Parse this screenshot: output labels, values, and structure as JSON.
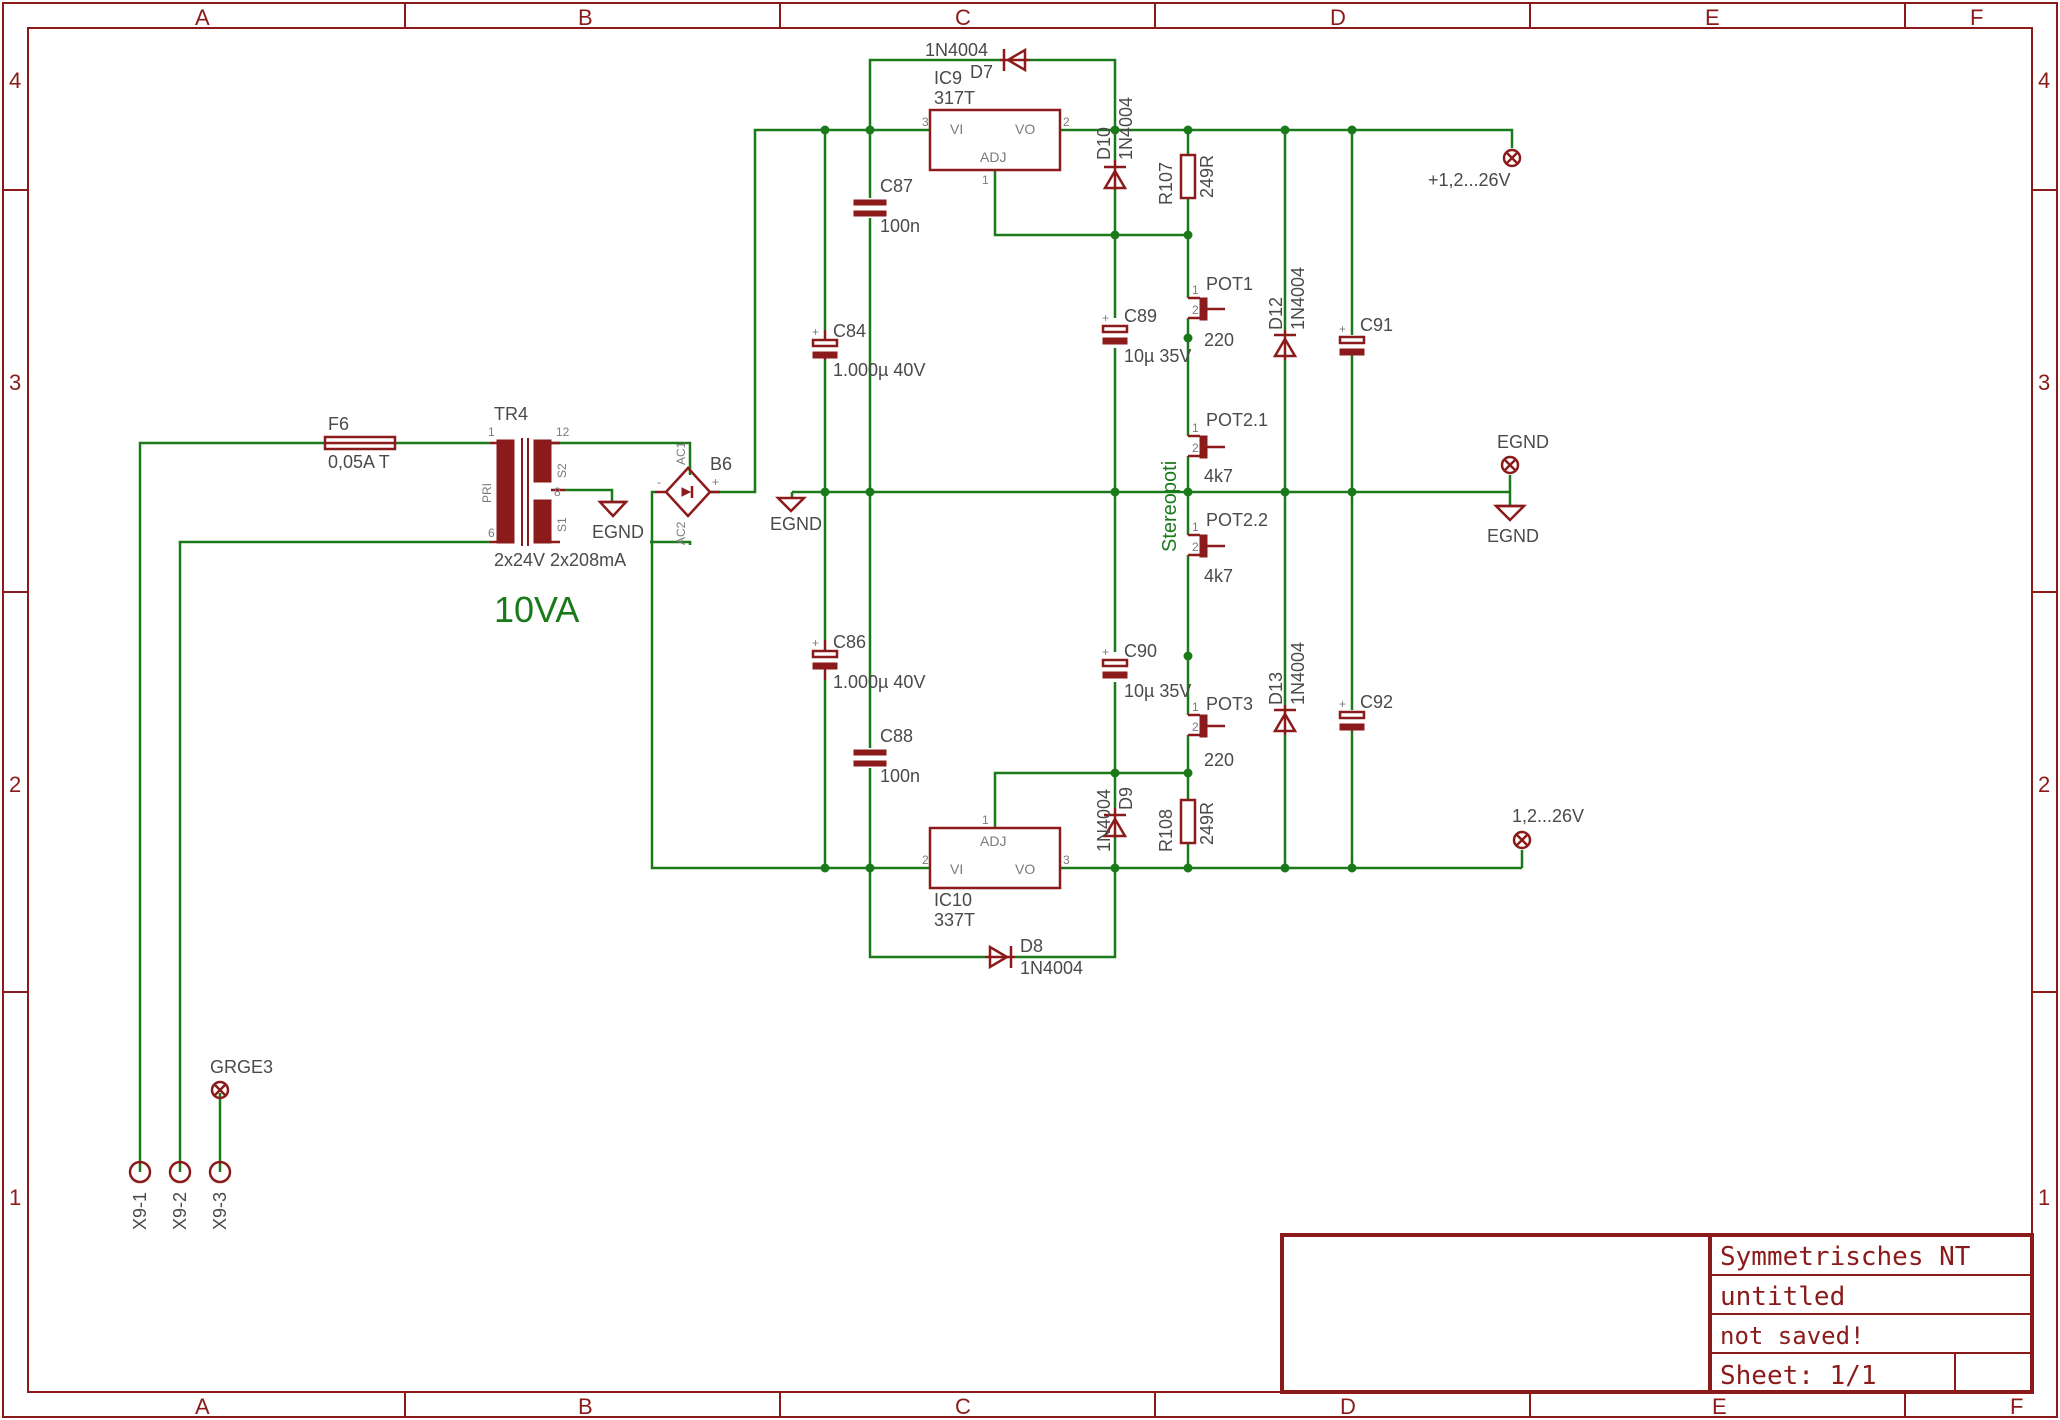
{
  "grid": {
    "columns": [
      "A",
      "B",
      "C",
      "D",
      "E",
      "F"
    ],
    "rows": [
      "4",
      "3",
      "2",
      "1"
    ]
  },
  "title_block": {
    "title": "Symmetrisches NT",
    "name": "untitled",
    "status": "not saved!",
    "sheet": "Sheet: 1/1"
  },
  "parts": {
    "fuse": {
      "name": "F6",
      "value": "0,05A T"
    },
    "transformer": {
      "name": "TR4",
      "value": "2x24V 2x208mA",
      "primary": "PRI",
      "sec1": "S1",
      "sec2": "S2",
      "note": "10VA"
    },
    "rectifier": {
      "name": "B6",
      "ac1": "AC1",
      "ac2": "AC2"
    },
    "ic9": {
      "name": "IC9",
      "value": "317T",
      "vi": "VI",
      "vo": "VO",
      "adj": "ADJ"
    },
    "ic10": {
      "name": "IC10",
      "value": "337T",
      "vi": "VI",
      "vo": "VO",
      "adj": "ADJ"
    },
    "d7": {
      "name": "D7",
      "value": "1N4004"
    },
    "d8": {
      "name": "D8",
      "value": "1N4004"
    },
    "d9": {
      "name": "D9",
      "value": "1N4004"
    },
    "d10": {
      "name": "D10",
      "value": "1N4004"
    },
    "d12": {
      "name": "D12",
      "value": "1N4004"
    },
    "d13": {
      "name": "D13",
      "value": "1N4004"
    },
    "c84": {
      "name": "C84",
      "value": "1.000µ 40V"
    },
    "c86": {
      "name": "C86",
      "value": "1.000µ 40V"
    },
    "c87": {
      "name": "C87",
      "value": "100n"
    },
    "c88": {
      "name": "C88",
      "value": "100n"
    },
    "c89": {
      "name": "C89",
      "value": "10µ 35V"
    },
    "c90": {
      "name": "C90",
      "value": "10µ 35V"
    },
    "c91": {
      "name": "C91"
    },
    "c92": {
      "name": "C92"
    },
    "r107": {
      "name": "R107",
      "value": "249R"
    },
    "r108": {
      "name": "R108",
      "value": "249R"
    },
    "pot1": {
      "name": "POT1",
      "value": "220"
    },
    "pot21": {
      "name": "POT2.1",
      "value": "4k7"
    },
    "pot22": {
      "name": "POT2.2",
      "value": "4k7"
    },
    "pot3": {
      "name": "POT3",
      "value": "220"
    },
    "stereopoti": "Stereopoti"
  },
  "nets": {
    "egnd": "EGND",
    "pos_out": "+1,2...26V",
    "neg_out": "1,2...26V",
    "grge3": "GRGE3"
  },
  "connectors": [
    "X9-1",
    "X9-2",
    "X9-3"
  ],
  "pins": {
    "one": "1",
    "two": "2",
    "three": "3",
    "six": "6",
    "eight": "8",
    "twelve": "12",
    "plus": "+",
    "minus": "-"
  },
  "colors": {
    "wire": "#1a7a1a",
    "part": "#8b1a1a",
    "frame": "#8b1a1a"
  }
}
